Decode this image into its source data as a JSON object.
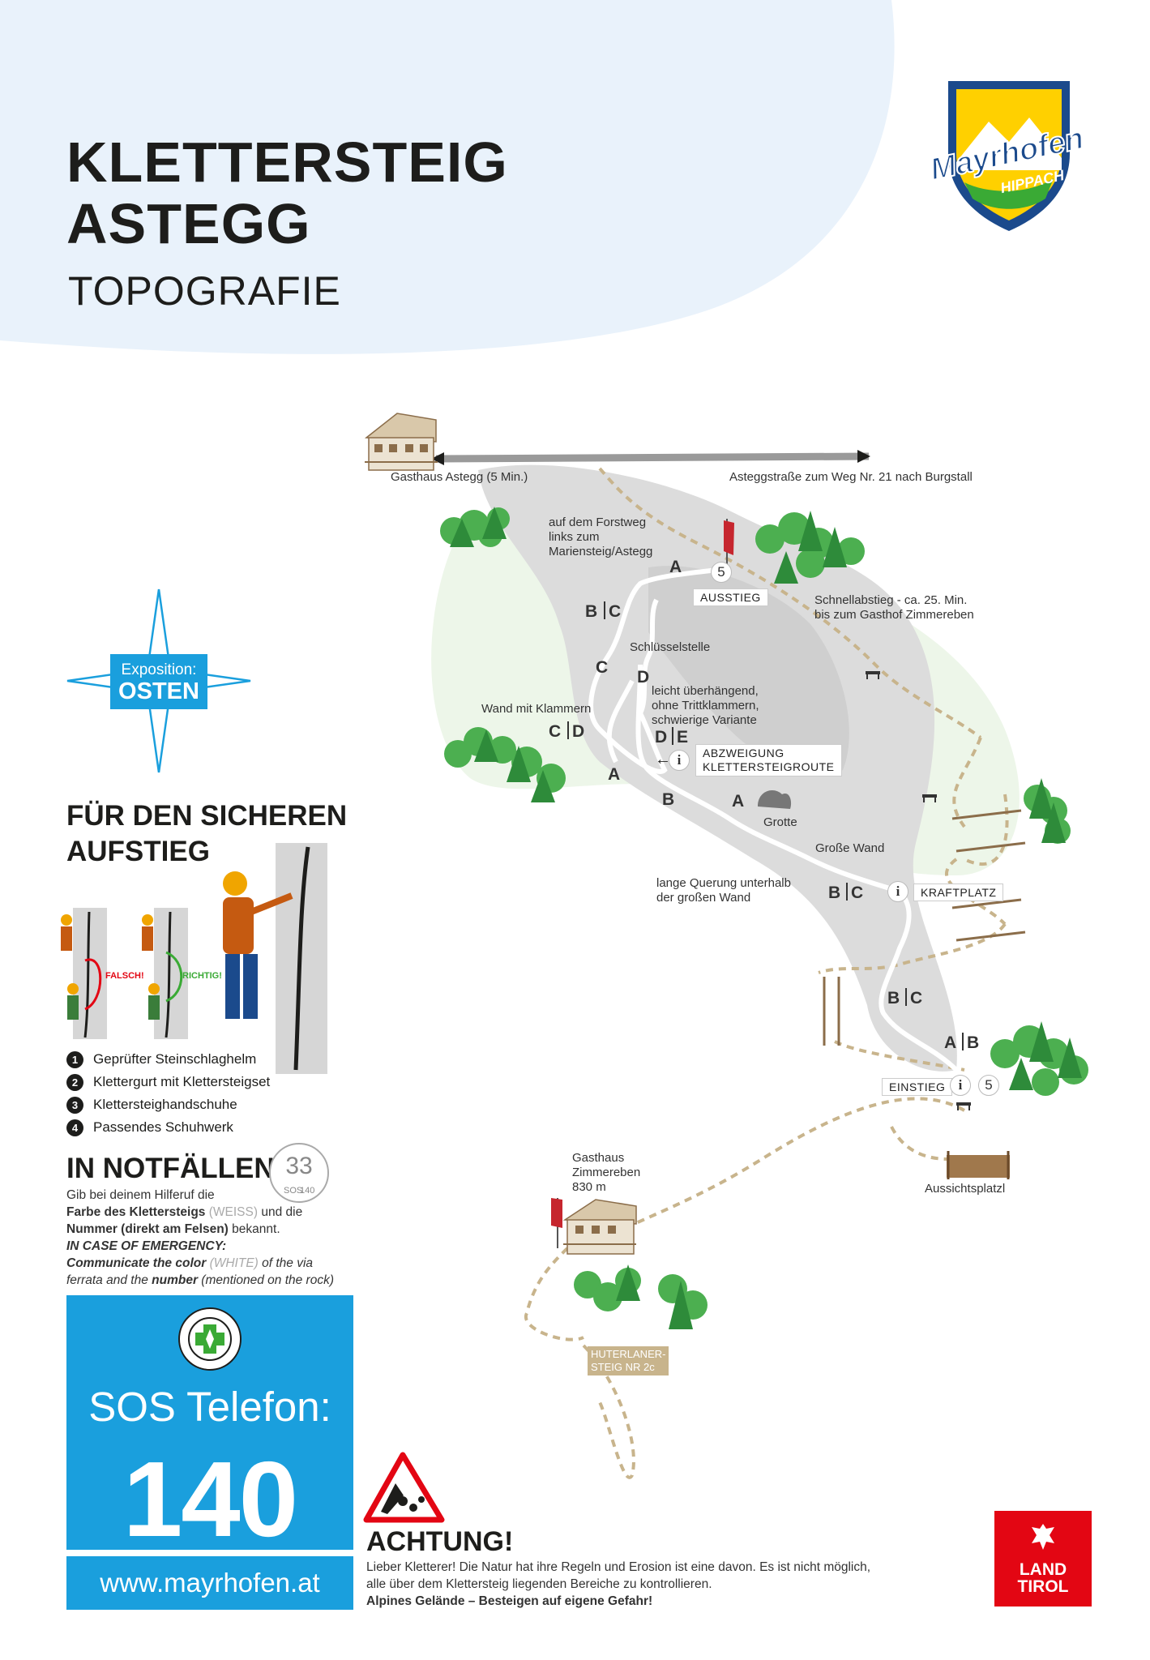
{
  "header": {
    "title_line1": "KLETTERSTEIG",
    "title_line2": "ASTEGG",
    "subtitle": "TOPOGRAFIE"
  },
  "logo": {
    "text1": "Mayrhofen",
    "text2": "HIPPACH"
  },
  "compass": {
    "label1": "Exposition:",
    "label2": "OSTEN"
  },
  "map": {
    "labels": {
      "gasthaus_astegg": "Gasthaus Astegg (5 Min.)",
      "asteggstrasse": "Asteggstraße zum Weg Nr. 21 nach Burgstall",
      "forstweg": [
        "auf dem Forstweg",
        "links zum",
        "Mariensteig/Astegg"
      ],
      "ausstieg": "AUSSTIEG",
      "schnellabstieg": [
        "Schnellabstieg - ca. 25. Min.",
        "bis zum Gasthof Zimmereben"
      ],
      "schluesselstelle": "Schlüsselstelle",
      "wand_klammern": "Wand mit Klammern",
      "ueberhaengend": [
        "leicht überhängend,",
        "ohne Trittklammern,",
        "schwierige Variante"
      ],
      "abzweigung": [
        "ABZWEIGUNG",
        "KLETTERSTEIGROUTE"
      ],
      "grotte": "Grotte",
      "grosse_wand": "Große Wand",
      "querung": [
        "lange Querung unterhalb",
        "der großen Wand"
      ],
      "kraftplatz": "KRAFTPLATZ",
      "einstieg": "EINSTIEG",
      "gasthaus_zimmereben": [
        "Gasthaus",
        "Zimmereben",
        "830 m"
      ],
      "aussichtsplatzl": "Aussichtsplatzl",
      "huterlaner": [
        "HUTERLANER-",
        "STEIG NR 2c"
      ]
    },
    "grades": {
      "a_top": "A",
      "bc_1": "B",
      "bc_1b": "C",
      "c_1": "C",
      "d_1": "D",
      "cd_1": "C",
      "cd_1b": "D",
      "de_1": "D",
      "de_1b": "E",
      "a_2": "A",
      "b_2": "B",
      "a_3": "A",
      "bc_2": "B",
      "bc_2b": "C",
      "bc_3": "B",
      "bc_3b": "C",
      "ab_1": "A",
      "ab_1b": "B"
    },
    "route_number": "5",
    "info": "i"
  },
  "safety": {
    "heading_line1": "FÜR DEN SICHEREN",
    "heading_line2": "AUFSTIEG",
    "falsch": "FALSCH!",
    "richtig": "RICHTIG!",
    "items": [
      {
        "num": "1",
        "text": "Geprüfter Steinschlaghelm"
      },
      {
        "num": "2",
        "text": "Klettergurt mit Klettersteigset"
      },
      {
        "num": "3",
        "text": "Klettersteighandschuhe"
      },
      {
        "num": "4",
        "text": "Passendes Schuhwerk"
      }
    ]
  },
  "emergency": {
    "heading": "IN NOTFÄLLEN:",
    "badge_num": "33",
    "badge_sos": "SOS",
    "badge_140": "140",
    "de_1": "Gib bei deinem Hilferuf die",
    "de_2a": "Farbe des Klettersteigs",
    "de_2b": "(WEISS)",
    "de_2c": "und die",
    "de_3a": "Nummer (direkt am Felsen)",
    "de_3b": "bekannt.",
    "en_1": "IN CASE OF EMERGENCY:",
    "en_2a": "Communicate the color",
    "en_2b": "(WHITE)",
    "en_2c": "of the via",
    "en_3a": "ferrata and the",
    "en_3b": "number",
    "en_3c": "(mentioned on the rock)"
  },
  "sos": {
    "label": "SOS Telefon:",
    "number": "140",
    "website": "www.mayrhofen.at"
  },
  "achtung": {
    "heading": "ACHTUNG!",
    "line1": "Lieber Kletterer! Die Natur hat ihre Regeln und Erosion ist eine davon.  Es ist nicht möglich,",
    "line2": "alle über dem Klettersteig liegenden Bereiche zu kontrollieren.",
    "line3": "Alpines Gelände – Besteigen auf eigene Gefahr!"
  },
  "land_tirol": {
    "line1": "LAND",
    "line2": "TIROL"
  },
  "colors": {
    "accent_blue": "#1a9fdd",
    "header_bg": "#e9f2fb",
    "tirol_red": "#e30613",
    "tree_green": "#4caf50",
    "path_brown": "#c8b48c"
  }
}
